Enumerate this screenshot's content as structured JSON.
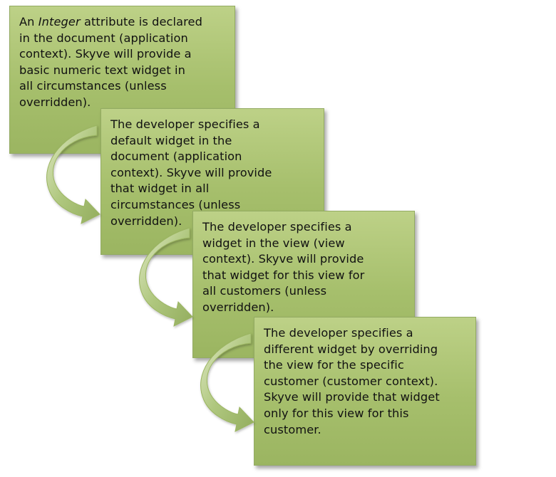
{
  "steps": [
    {
      "text_prefix": "An ",
      "text_italic": "Integer",
      "text_rest": " attribute is declared\nin the document (application\ncontext). Skyve will provide a\nbasic numeric text widget in\nall circumstances (unless\noverridden)."
    },
    {
      "text": "The developer specifies a\ndefault widget in the\ndocument (application\ncontext). Skyve will provide\nthat widget in all\ncircumstances (unless\noverridden)."
    },
    {
      "text": "The developer specifies a\nwidget in the view (view\ncontext). Skyve will provide\nthat widget for this view for\nall customers (unless\noverridden)."
    },
    {
      "text": "The developer specifies a\ndifferent widget by overriding\nthe view for the specific\ncustomer (customer context).\nSkyve will provide that widget\nonly for this view for this\ncustomer."
    }
  ],
  "colors": {
    "box_fill_top": "#bdd187",
    "box_fill_bottom": "#9bb561",
    "box_border": "#93ab63",
    "arrow_fill": "#a9c277"
  },
  "arrow_icon": "curved-arrow"
}
